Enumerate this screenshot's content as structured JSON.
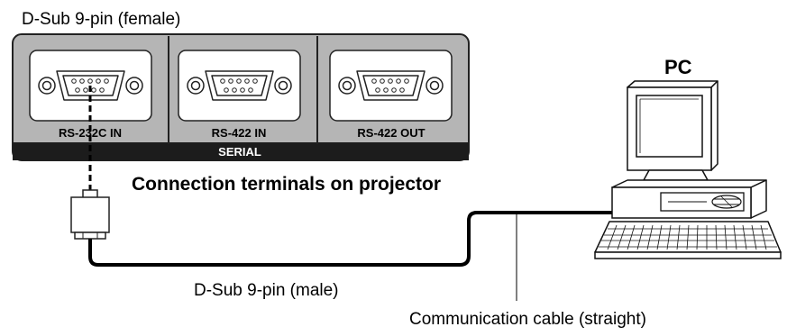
{
  "labels": {
    "female_connector": "D-Sub 9-pin (female)",
    "pc": "PC",
    "terminals_caption": "Connection terminals on projector",
    "male_connector": "D-Sub 9-pin (male)",
    "cable": "Communication cable (straight)"
  },
  "panel": {
    "ports": [
      {
        "label": "RS-232C IN"
      },
      {
        "label": "RS-422 IN"
      },
      {
        "label": "RS-422 OUT"
      }
    ],
    "group_label": "SERIAL"
  }
}
